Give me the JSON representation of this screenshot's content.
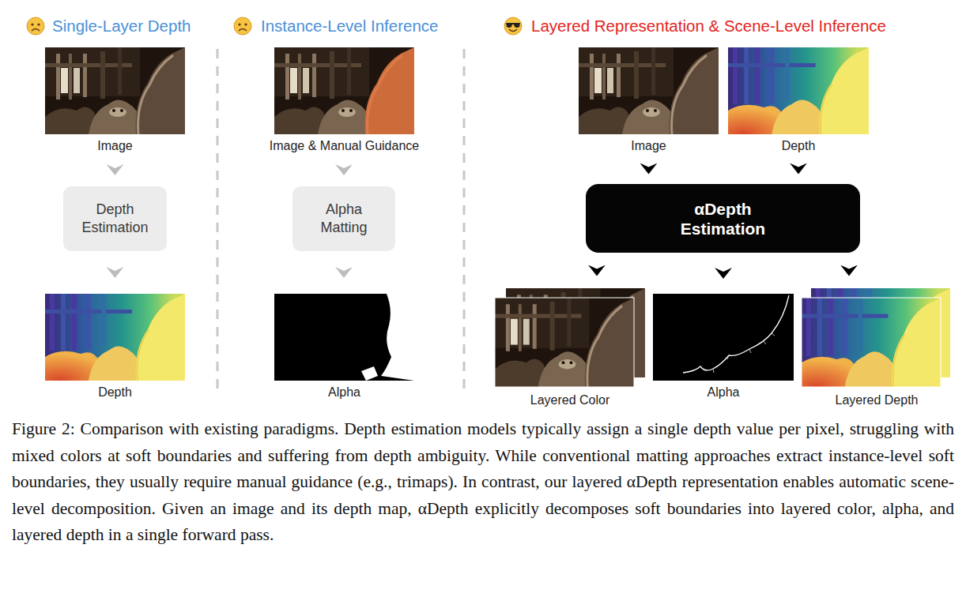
{
  "diagram": {
    "caption": "Figure 2: Comparison with existing paradigms. Depth estimation models typically assign a single depth value per pixel, struggling with mixed colors at soft boundaries and suffering from depth ambiguity. While conventional matting approaches extract instance-level soft boundaries, they usually require manual guidance (e.g., trimaps). In contrast, our layered αDepth representation enables automatic scene-level decomposition. Given an image and its depth map, αDepth explicitly decomposes soft boundaries into layered color, alpha, and layered depth in a single forward pass.",
    "nodes": [
      {
        "text": [
          "Image"
        ]
      },
      {
        "text": [
          "Depth Estimation"
        ]
      },
      {
        "text": [
          "Depth"
        ]
      },
      {
        "text": [
          "Image & Manual Guidance"
        ]
      },
      {
        "text": [
          "Alpha Matting"
        ]
      },
      {
        "text": [
          "Alpha"
        ]
      },
      {
        "text": [
          "Image"
        ]
      },
      {
        "text": [
          "Depth"
        ]
      },
      {
        "text": [
          "αDepth Estimation"
        ]
      },
      {
        "text": [
          "Layered Color"
        ]
      },
      {
        "text": [
          "Alpha"
        ]
      },
      {
        "text": [
          "Layered Depth"
        ]
      }
    ],
    "edges": [
      {
        "from": 0,
        "to": 1,
        "arrow": "to"
      },
      {
        "from": 1,
        "to": 2,
        "arrow": "to"
      },
      {
        "from": 3,
        "to": 4,
        "arrow": "to"
      },
      {
        "from": 4,
        "to": 5,
        "arrow": "to"
      },
      {
        "from": 6,
        "to": 8,
        "arrow": "to"
      },
      {
        "from": 7,
        "to": 8,
        "arrow": "to"
      },
      {
        "from": 8,
        "to": 9,
        "arrow": "to"
      },
      {
        "from": 8,
        "to": 10,
        "arrow": "to"
      },
      {
        "from": 8,
        "to": 11,
        "arrow": "to"
      }
    ],
    "labels": [
      "Single-Layer Depth",
      "Instance-Level Inference",
      "Layered Representation & Scene-Level Inference"
    ]
  }
}
